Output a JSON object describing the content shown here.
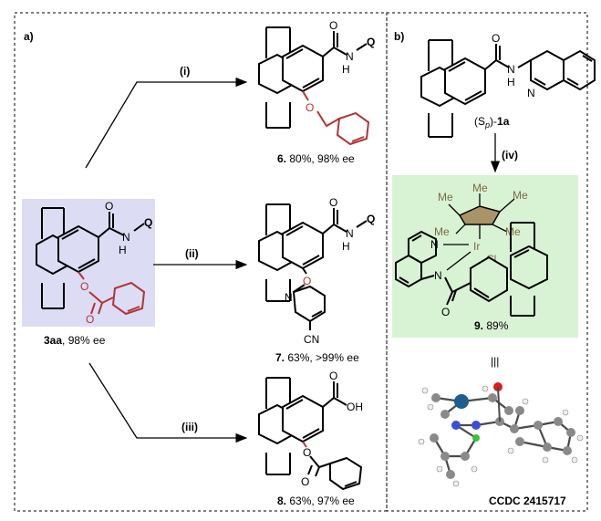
{
  "panels": {
    "a": {
      "label": "a)"
    },
    "b": {
      "label": "b)"
    }
  },
  "reagents": {
    "i": "(i)",
    "ii": "(ii)",
    "iii": "(iii)",
    "iv": "(iv)"
  },
  "atoms": {
    "O": "O",
    "N": "N",
    "H": "H",
    "Q": "Q",
    "OH": "OH",
    "CN": "CN",
    "Me": "Me",
    "Ir": "Ir",
    "Cl": "Cl"
  },
  "compounds": {
    "start": {
      "id": "3aa",
      "detail": ", 98% ee"
    },
    "p6": {
      "id": "6.",
      "detail": " 80%, 98% ee"
    },
    "p7": {
      "id": "7.",
      "detail": " 63%, >99% ee"
    },
    "p8": {
      "id": "8.",
      "detail": " 63%, 97% ee"
    },
    "sp1a": {
      "prefix": "(S",
      "sub": "p",
      "suffix": ")-",
      "id": "1a"
    },
    "p9": {
      "id": "9.",
      "detail": " 89%"
    }
  },
  "equivalence_symbol": "|||",
  "ccdc": "CCDC 2415717",
  "colors": {
    "highlight_red": "#b03535",
    "start_box": "#dcdcf5",
    "complex_box": "#d8f2d4",
    "cp_ring": "#a89468",
    "ir_atom": "#1f5d8a",
    "n_atom": "#3a4fd6",
    "o_atom": "#e21a1a",
    "cl_atom": "#35c435"
  }
}
